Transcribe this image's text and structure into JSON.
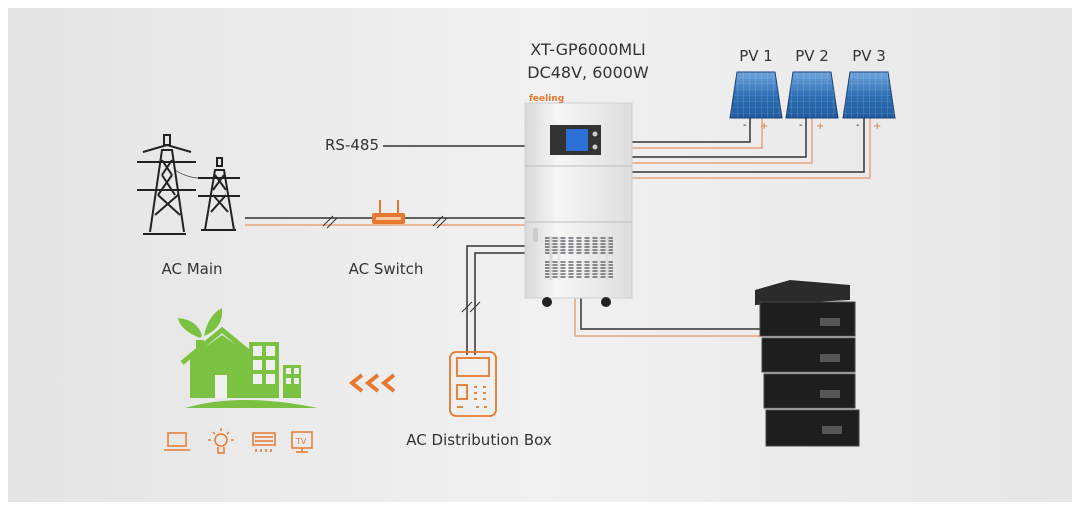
{
  "inverter": {
    "model": "XT-GP6000MLI",
    "spec": "DC48V, 6000W",
    "brand_logo": "feeling"
  },
  "labels": {
    "rs485": "RS-485",
    "ac_main": "AC Main",
    "ac_switch": "AC Switch",
    "ac_distribution_box": "AC Distribution Box"
  },
  "pv_panels": [
    {
      "label": "PV 1",
      "neg": "-",
      "pos": "+"
    },
    {
      "label": "PV 2",
      "neg": "-",
      "pos": "+"
    },
    {
      "label": "PV 3",
      "neg": "-",
      "pos": "+"
    }
  ],
  "appliances": [
    {
      "icon": "laptop-icon"
    },
    {
      "icon": "light-bulb-icon"
    },
    {
      "icon": "air-conditioner-icon"
    },
    {
      "icon": "tv-icon",
      "text": "TV"
    }
  ],
  "battery_modules": 4,
  "colors": {
    "accent_orange": "#e8782f",
    "wire_orange": "#e9a27a",
    "wire_dark": "#333333",
    "house_green": "#7cc242",
    "panel_blue": "#2f6fb5"
  }
}
